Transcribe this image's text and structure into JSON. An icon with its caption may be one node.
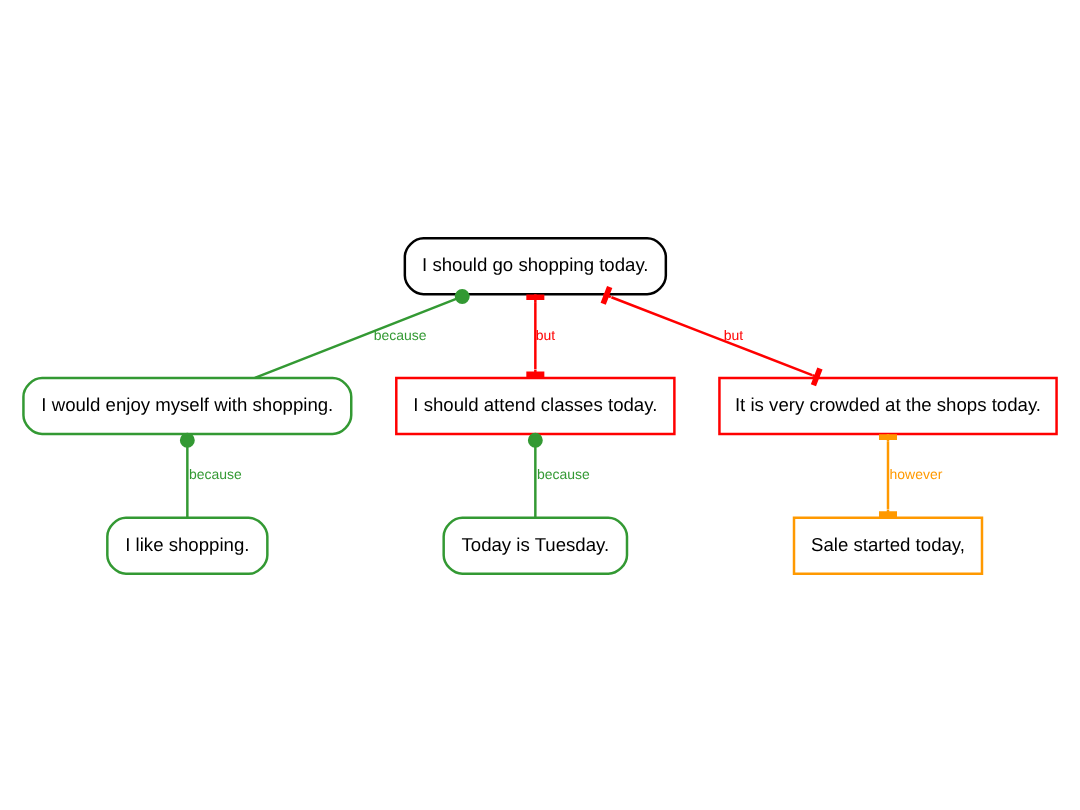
{
  "diagram": {
    "nodes": [
      {
        "text": [
          "I should go shopping today."
        ]
      },
      {
        "text": [
          "I would enjoy myself with shopping."
        ]
      },
      {
        "text": [
          "I should attend classes today."
        ]
      },
      {
        "text": [
          "It is very crowded at the shops today."
        ]
      },
      {
        "text": [
          "I like shopping."
        ]
      },
      {
        "text": [
          "Today is Tuesday."
        ]
      },
      {
        "text": [
          "Sale started today,"
        ]
      }
    ],
    "edges": [
      {
        "from": 1,
        "to": 0,
        "arrow": "other",
        "label": "because"
      },
      {
        "from": 2,
        "to": 0,
        "arrow": "other",
        "label": "but",
        "color": "#ff0000"
      },
      {
        "from": 3,
        "to": 0,
        "arrow": "other",
        "label": "but",
        "color": "#ff0000"
      },
      {
        "from": 4,
        "to": 1,
        "arrow": "other",
        "label": "because"
      },
      {
        "from": 5,
        "to": 2,
        "arrow": "other",
        "label": "because"
      },
      {
        "from": 6,
        "to": 3,
        "arrow": "other",
        "label": "however",
        "color": "#ff9900"
      }
    ]
  }
}
